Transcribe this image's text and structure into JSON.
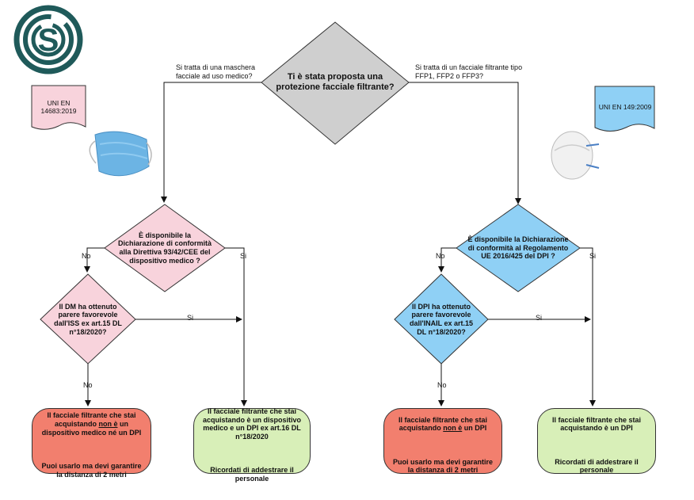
{
  "colors": {
    "gray": "#cfcfcf",
    "pink": "#f8d3dc",
    "blue": "#8fd0f5",
    "red": "#f27f6e",
    "green": "#d8efb8",
    "logo": "#1f5a5a"
  },
  "start": {
    "question": "Ti è stata proposta una protezione facciale filtrante?"
  },
  "left_branch_label": "Si tratta di una maschera facciale ad uso medico?",
  "right_branch_label": "Si tratta di un facciale filtrante tipo FFP1, FFP2 o FFP3?",
  "left_standard": "UNI EN 14683:2019",
  "right_standard": "UNI EN 149:2009",
  "left": {
    "q1": "È disponibile la Dichiarazione di conformità alla Direttiva 93/42/CEE del dispositivo medico ?",
    "q2": "Il DM ha ottenuto parere favorevole dall'ISS ex art.15 DL n°18/2020?",
    "no1": "No",
    "si1": "Si",
    "si2": "Si",
    "no2": "No",
    "result_no_pre": "Il facciale filtrante che stai acquistando ",
    "result_no_u": "non è",
    "result_no_post": " un dispositivo medico né un DPI",
    "result_no_note": "Puoi usarlo ma devi garantire la distanza di 2 metri",
    "result_yes": "Il facciale filtrante che stai acquistando è un dispositivo medico e un DPI ex art.16 DL n°18/2020",
    "result_yes_note": "Ricordati di addestrare il personale"
  },
  "right": {
    "q1": "È disponibile la Dichiarazione di conformità al Regolamento UE 2016/425 del DPI ?",
    "q2": "Il DPI ha ottenuto parere favorevole dall'INAIL ex art.15 DL n°18/2020?",
    "no1": "No",
    "si1": "Si",
    "si2": "Si",
    "no2": "No",
    "result_no_pre": "Il facciale filtrante che stai acquistando ",
    "result_no_u": "non è",
    "result_no_post": " un DPI",
    "result_no_note": "Puoi usarlo ma devi garantire la distanza di 2 metri",
    "result_yes": "Il facciale filtrante che stai acquistando è un DPI",
    "result_yes_note": "Ricordati di addestrare il personale"
  },
  "icons": {
    "logo": "s-maze-logo",
    "surgical_mask": "surgical-mask-icon",
    "ffp_mask": "ffp-respirator-icon"
  }
}
